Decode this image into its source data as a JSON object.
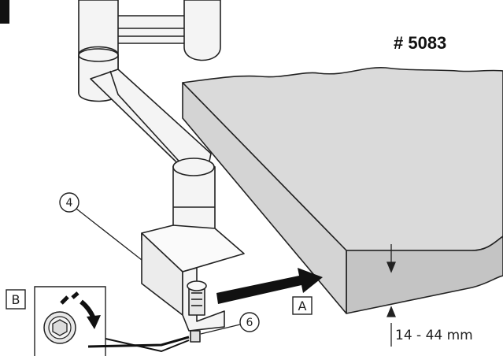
{
  "product_code": "# 5083",
  "callouts": {
    "part_4": "4",
    "part_6": "6",
    "label_a": "A",
    "label_b": "B"
  },
  "dimension": "14 - 44 mm",
  "colors": {
    "line": "#222222",
    "desk_top": "#dadada",
    "desk_edge": "#c4c4c4",
    "metal": "#f4f4f4",
    "accent": "#111111"
  },
  "icons": [
    "hex-socket-icon",
    "rotation-arrow-icon",
    "insert-arrow-icon"
  ]
}
